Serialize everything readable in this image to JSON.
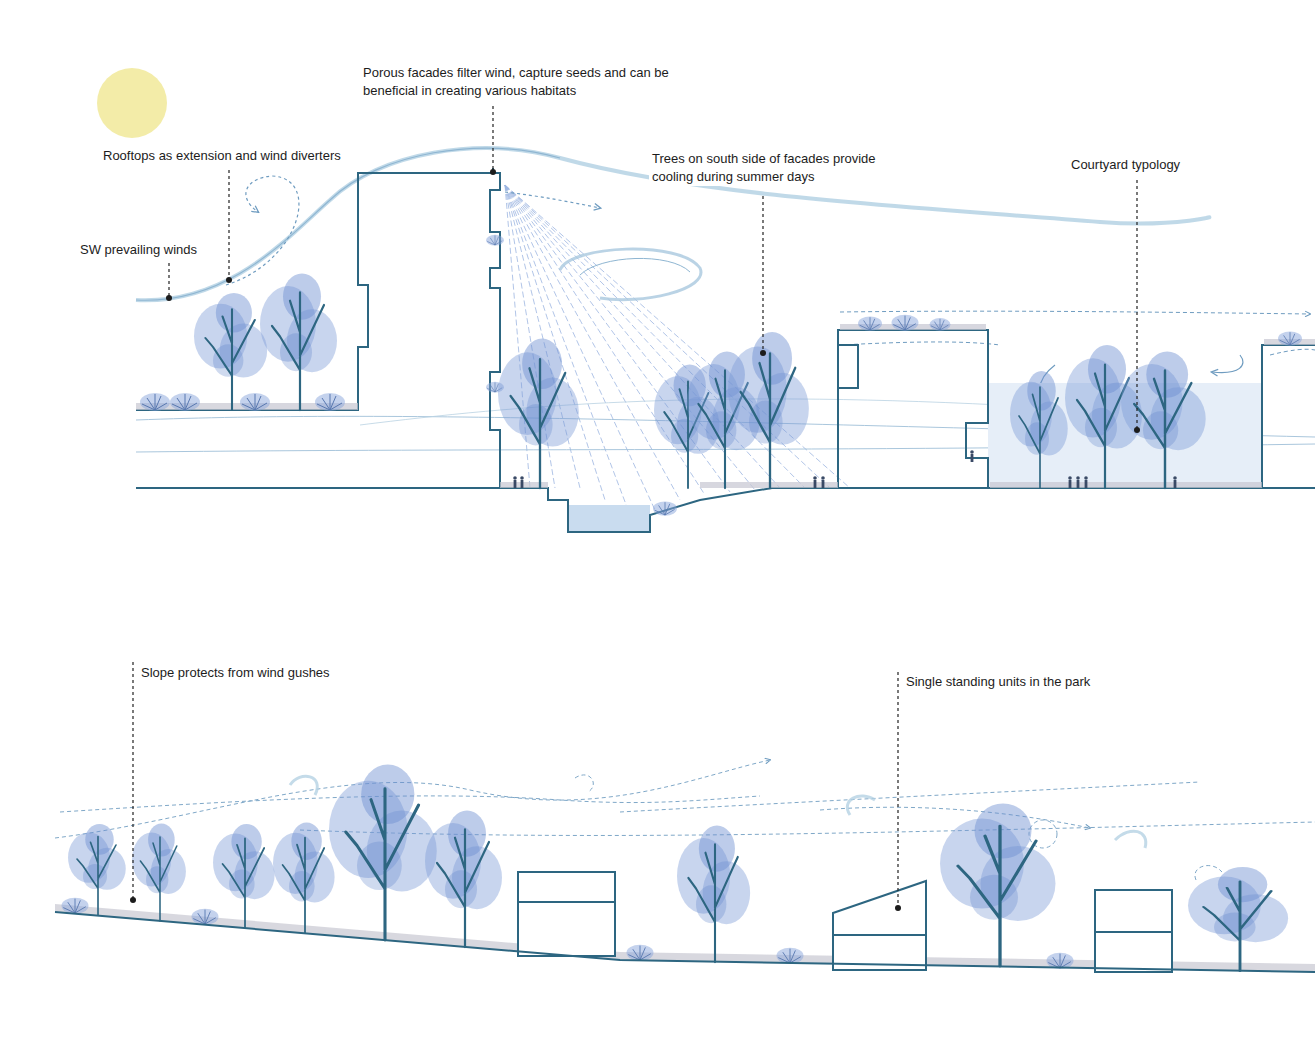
{
  "diagram": {
    "labels": [
      "Porous facades filter wind, capture seeds and can be beneficial in creating various habitats",
      "Rooftops as extension and wind diverters",
      "Trees on south side of facades provide cooling during summer days",
      "Courtyard typology",
      "SW prevailing winds",
      "Slope protects from wind gushes",
      "Single standing units in the park"
    ]
  }
}
